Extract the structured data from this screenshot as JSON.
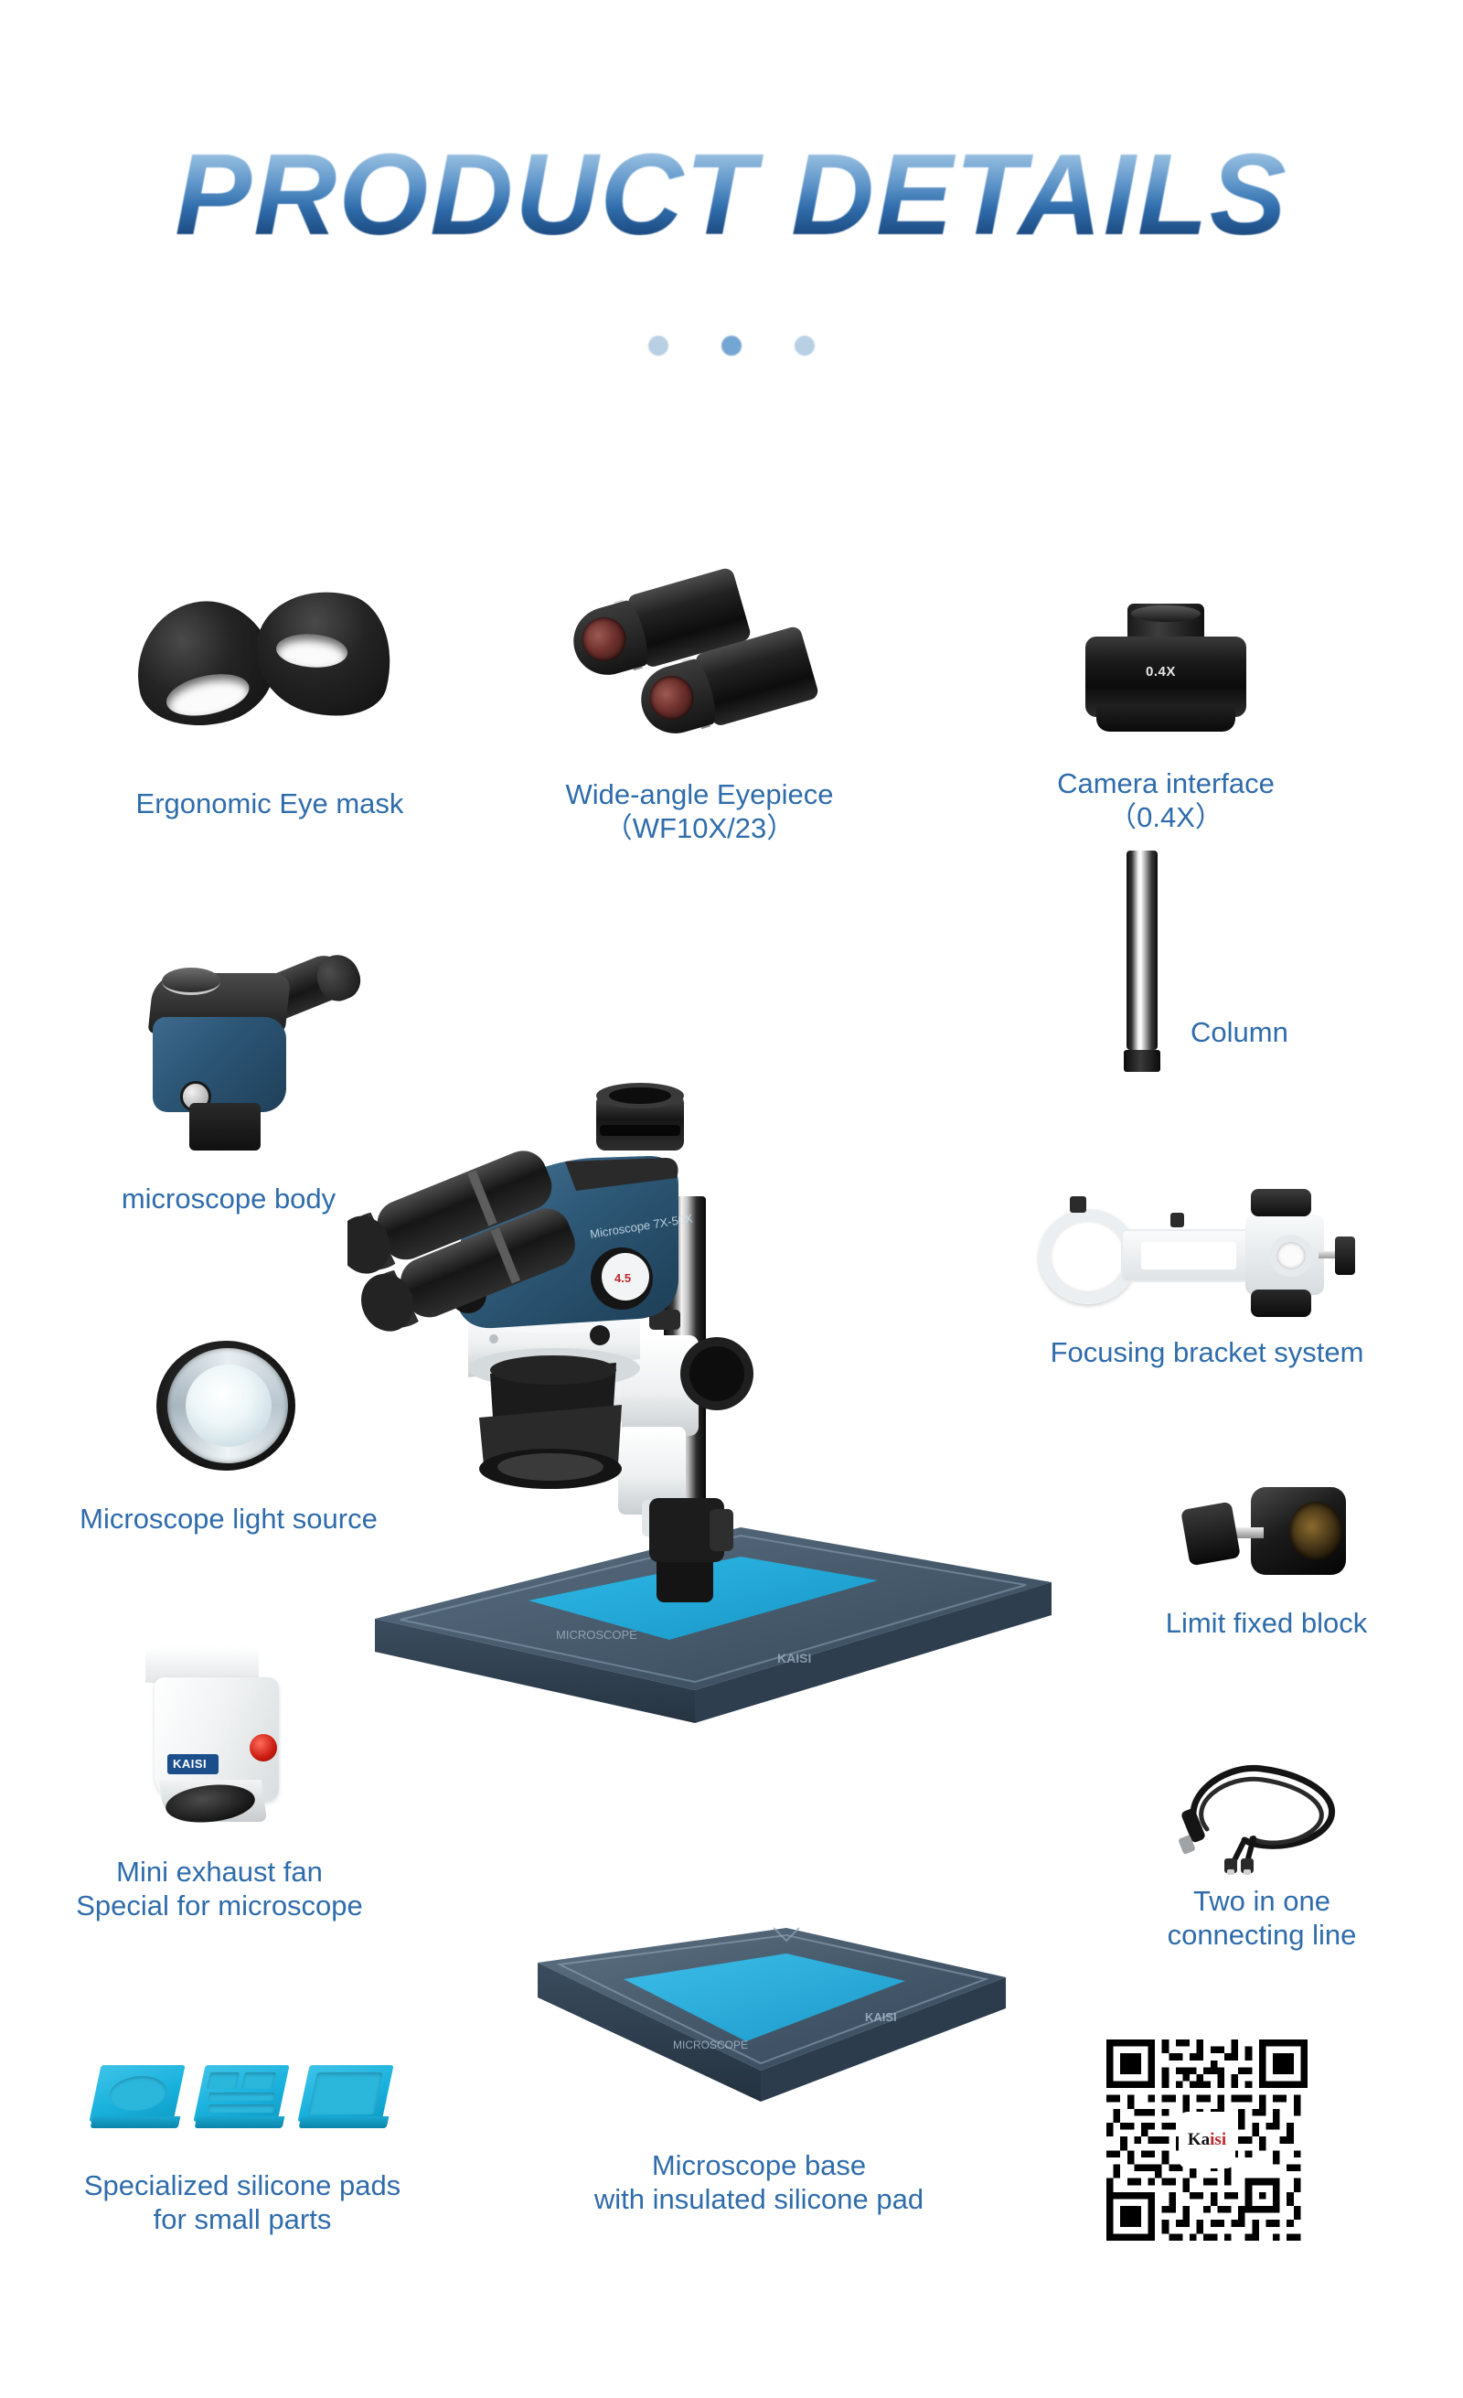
{
  "header": {
    "title": "PRODUCT DETAILS",
    "dots": [
      "dot-left",
      "dot-center",
      "dot-right"
    ],
    "title_color": "#2f6cab"
  },
  "theme": {
    "label_color": "#2f6cab",
    "label_color_dark": "#2b5580",
    "body_blue": "#2b5474",
    "accent_cyan": "#19b2dd",
    "base_dark": "#44576b",
    "background": "#ffffff"
  },
  "items": {
    "eye_mask": {
      "label": "Ergonomic Eye mask"
    },
    "eyepiece": {
      "label": "Wide-angle Eyepiece",
      "label2": "（WF10X/23）"
    },
    "camera_interface": {
      "label": "Camera interface",
      "label2": "（0.4X）",
      "part_text": "0.4X"
    },
    "column": {
      "label": "Column"
    },
    "microscope_body": {
      "label": "microscope body"
    },
    "focusing_bracket": {
      "label": "Focusing bracket system"
    },
    "light_source": {
      "label": "Microscope light source"
    },
    "limit_block": {
      "label": "Limit fixed block"
    },
    "exhaust_fan": {
      "label": "Mini exhaust fan",
      "label2": "Special for microscope",
      "badge_text": "KAISI"
    },
    "connecting_line": {
      "label": "Two in one",
      "label2": "connecting line"
    },
    "silicone_pads": {
      "label": "Specialized silicone pads",
      "label2": "for small parts"
    },
    "microscope_base": {
      "label": "Microscope base",
      "label2": "with insulated silicone pad"
    },
    "qr_code": {
      "logo_text_a": "Ka",
      "logo_text_b": "isi"
    }
  }
}
